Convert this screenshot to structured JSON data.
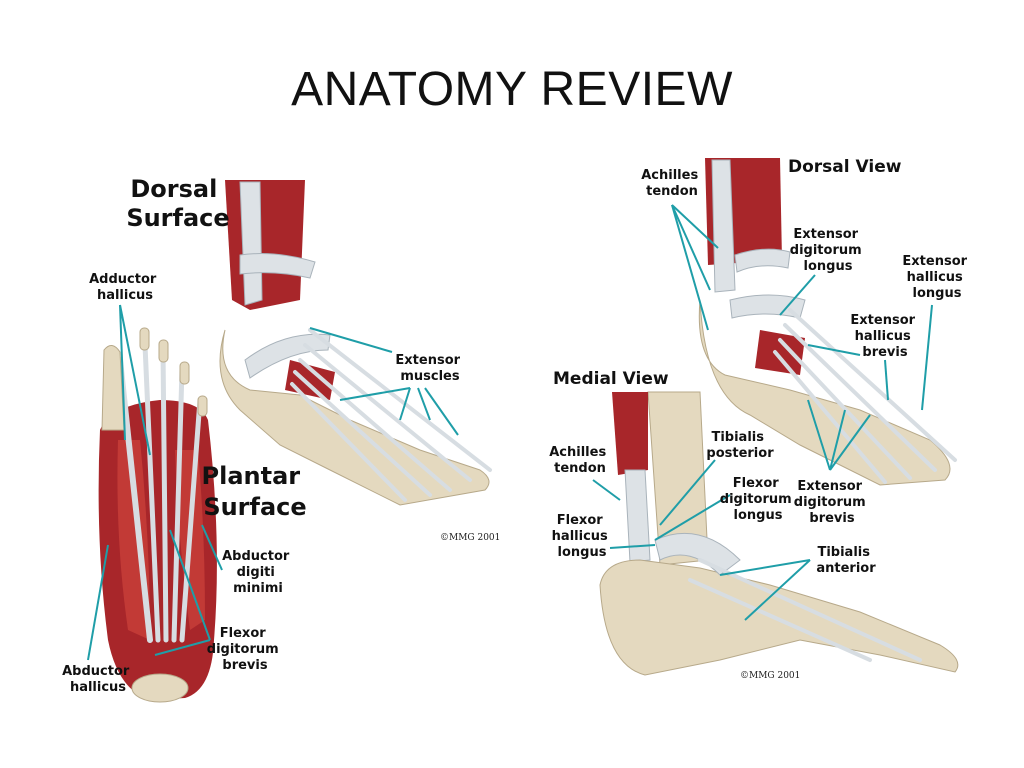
{
  "slide": {
    "title": "ANATOMY REVIEW"
  },
  "left_figure": {
    "dorsal_heading": [
      "Dorsal",
      "Surface"
    ],
    "plantar_heading": [
      "Plantar",
      "Surface"
    ],
    "labels": {
      "adductor_hallucis": [
        "Adductor",
        "hallicus"
      ],
      "extensor_muscles": [
        "Extensor",
        "muscles"
      ],
      "abductor_digiti_minimi": [
        "Abductor",
        "digiti",
        "minimi"
      ],
      "flexor_digitorum_brevis": [
        "Flexor",
        "digitorum",
        "brevis"
      ],
      "abductor_hallucis": [
        "Abductor",
        "hallicus"
      ]
    },
    "copyright": "©MMG 2001"
  },
  "right_figure": {
    "dorsal_view_heading": "Dorsal View",
    "medial_view_heading": "Medial View",
    "labels": {
      "achilles_tendon_top": [
        "Achilles",
        "tendon"
      ],
      "extensor_digitorum_longus": [
        "Extensor",
        "digitorum",
        "longus"
      ],
      "extensor_hallicus_longus": [
        "Extensor",
        "hallicus",
        "longus"
      ],
      "extensor_hallicus_brevis": [
        "Extensor",
        "hallicus",
        "brevis"
      ],
      "extensor_digitorum_brevis": [
        "Extensor",
        "digitorum",
        "brevis"
      ],
      "tibialis_posterior": [
        "Tibialis",
        "posterior"
      ],
      "flexor_digitorum_longus": [
        "Flexor",
        "digitorum",
        "longus"
      ],
      "tibialis_anterior": [
        "Tibialis",
        "anterior"
      ],
      "achilles_tendon_medial": [
        "Achilles",
        "tendon"
      ],
      "flexor_hallicus_longus": [
        "Flexor",
        "hallicus",
        "longus"
      ]
    },
    "copyright": "©MMG 2001"
  },
  "colors": {
    "leader": "#1f9ea8",
    "muscle": "#a8262a",
    "bone": "#e4d9bf",
    "tendon": "#dde2e6"
  }
}
